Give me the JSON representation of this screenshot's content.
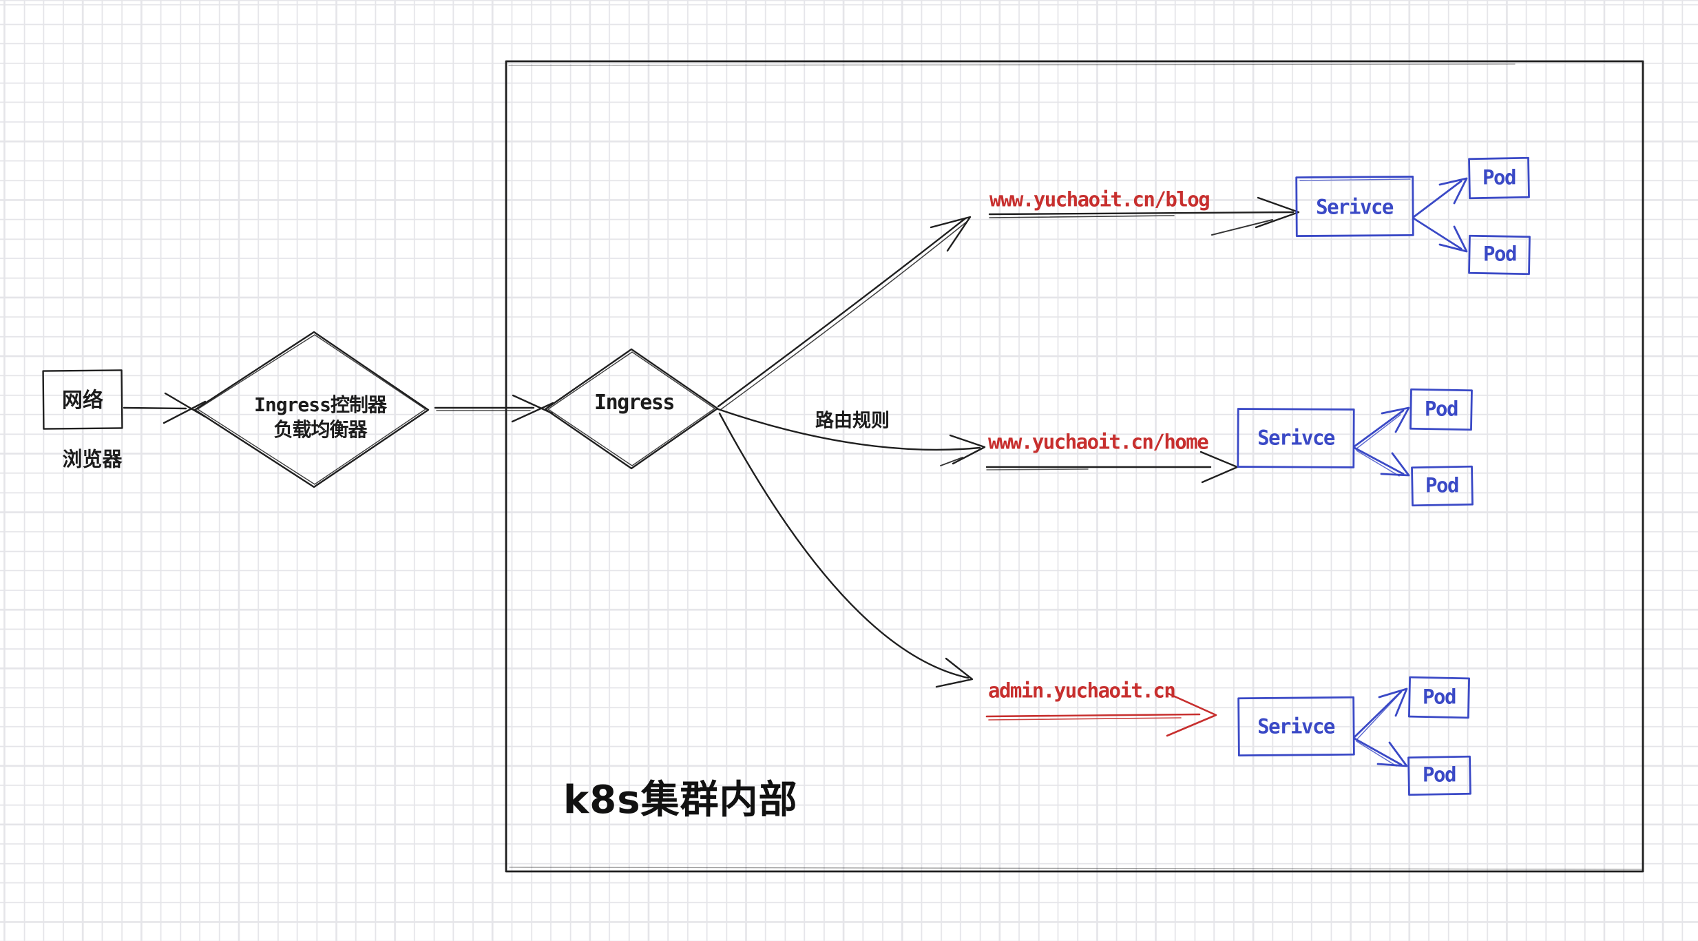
{
  "diagram": {
    "external": {
      "network_box_label": "网络",
      "browser_caption": "浏览器",
      "lb_diamond_line1": "Ingress控制器",
      "lb_diamond_line2": "负载均衡器"
    },
    "cluster": {
      "caption": "k8s集群内部",
      "ingress_diamond_label": "Ingress",
      "routing_rules_label": "路由规则"
    },
    "routes": [
      {
        "id": "blog",
        "host": "www.yuchaoit.cn/blog",
        "service": "Serivce",
        "pods": [
          "Pod",
          "Pod"
        ]
      },
      {
        "id": "home",
        "host": "www.yuchaoit.cn/home",
        "service": "Serivce",
        "pods": [
          "Pod",
          "Pod"
        ]
      },
      {
        "id": "admin",
        "host": "admin.yuchaoit.cn",
        "service": "Serivce",
        "pods": [
          "Pod",
          "Pod"
        ]
      }
    ],
    "colors": {
      "stroke_black": "#1f1f1f",
      "accent_blue": "#3a49c6",
      "accent_red": "#c72f2e",
      "grid_line": "#e5e5e9",
      "background": "#ffffff"
    }
  }
}
